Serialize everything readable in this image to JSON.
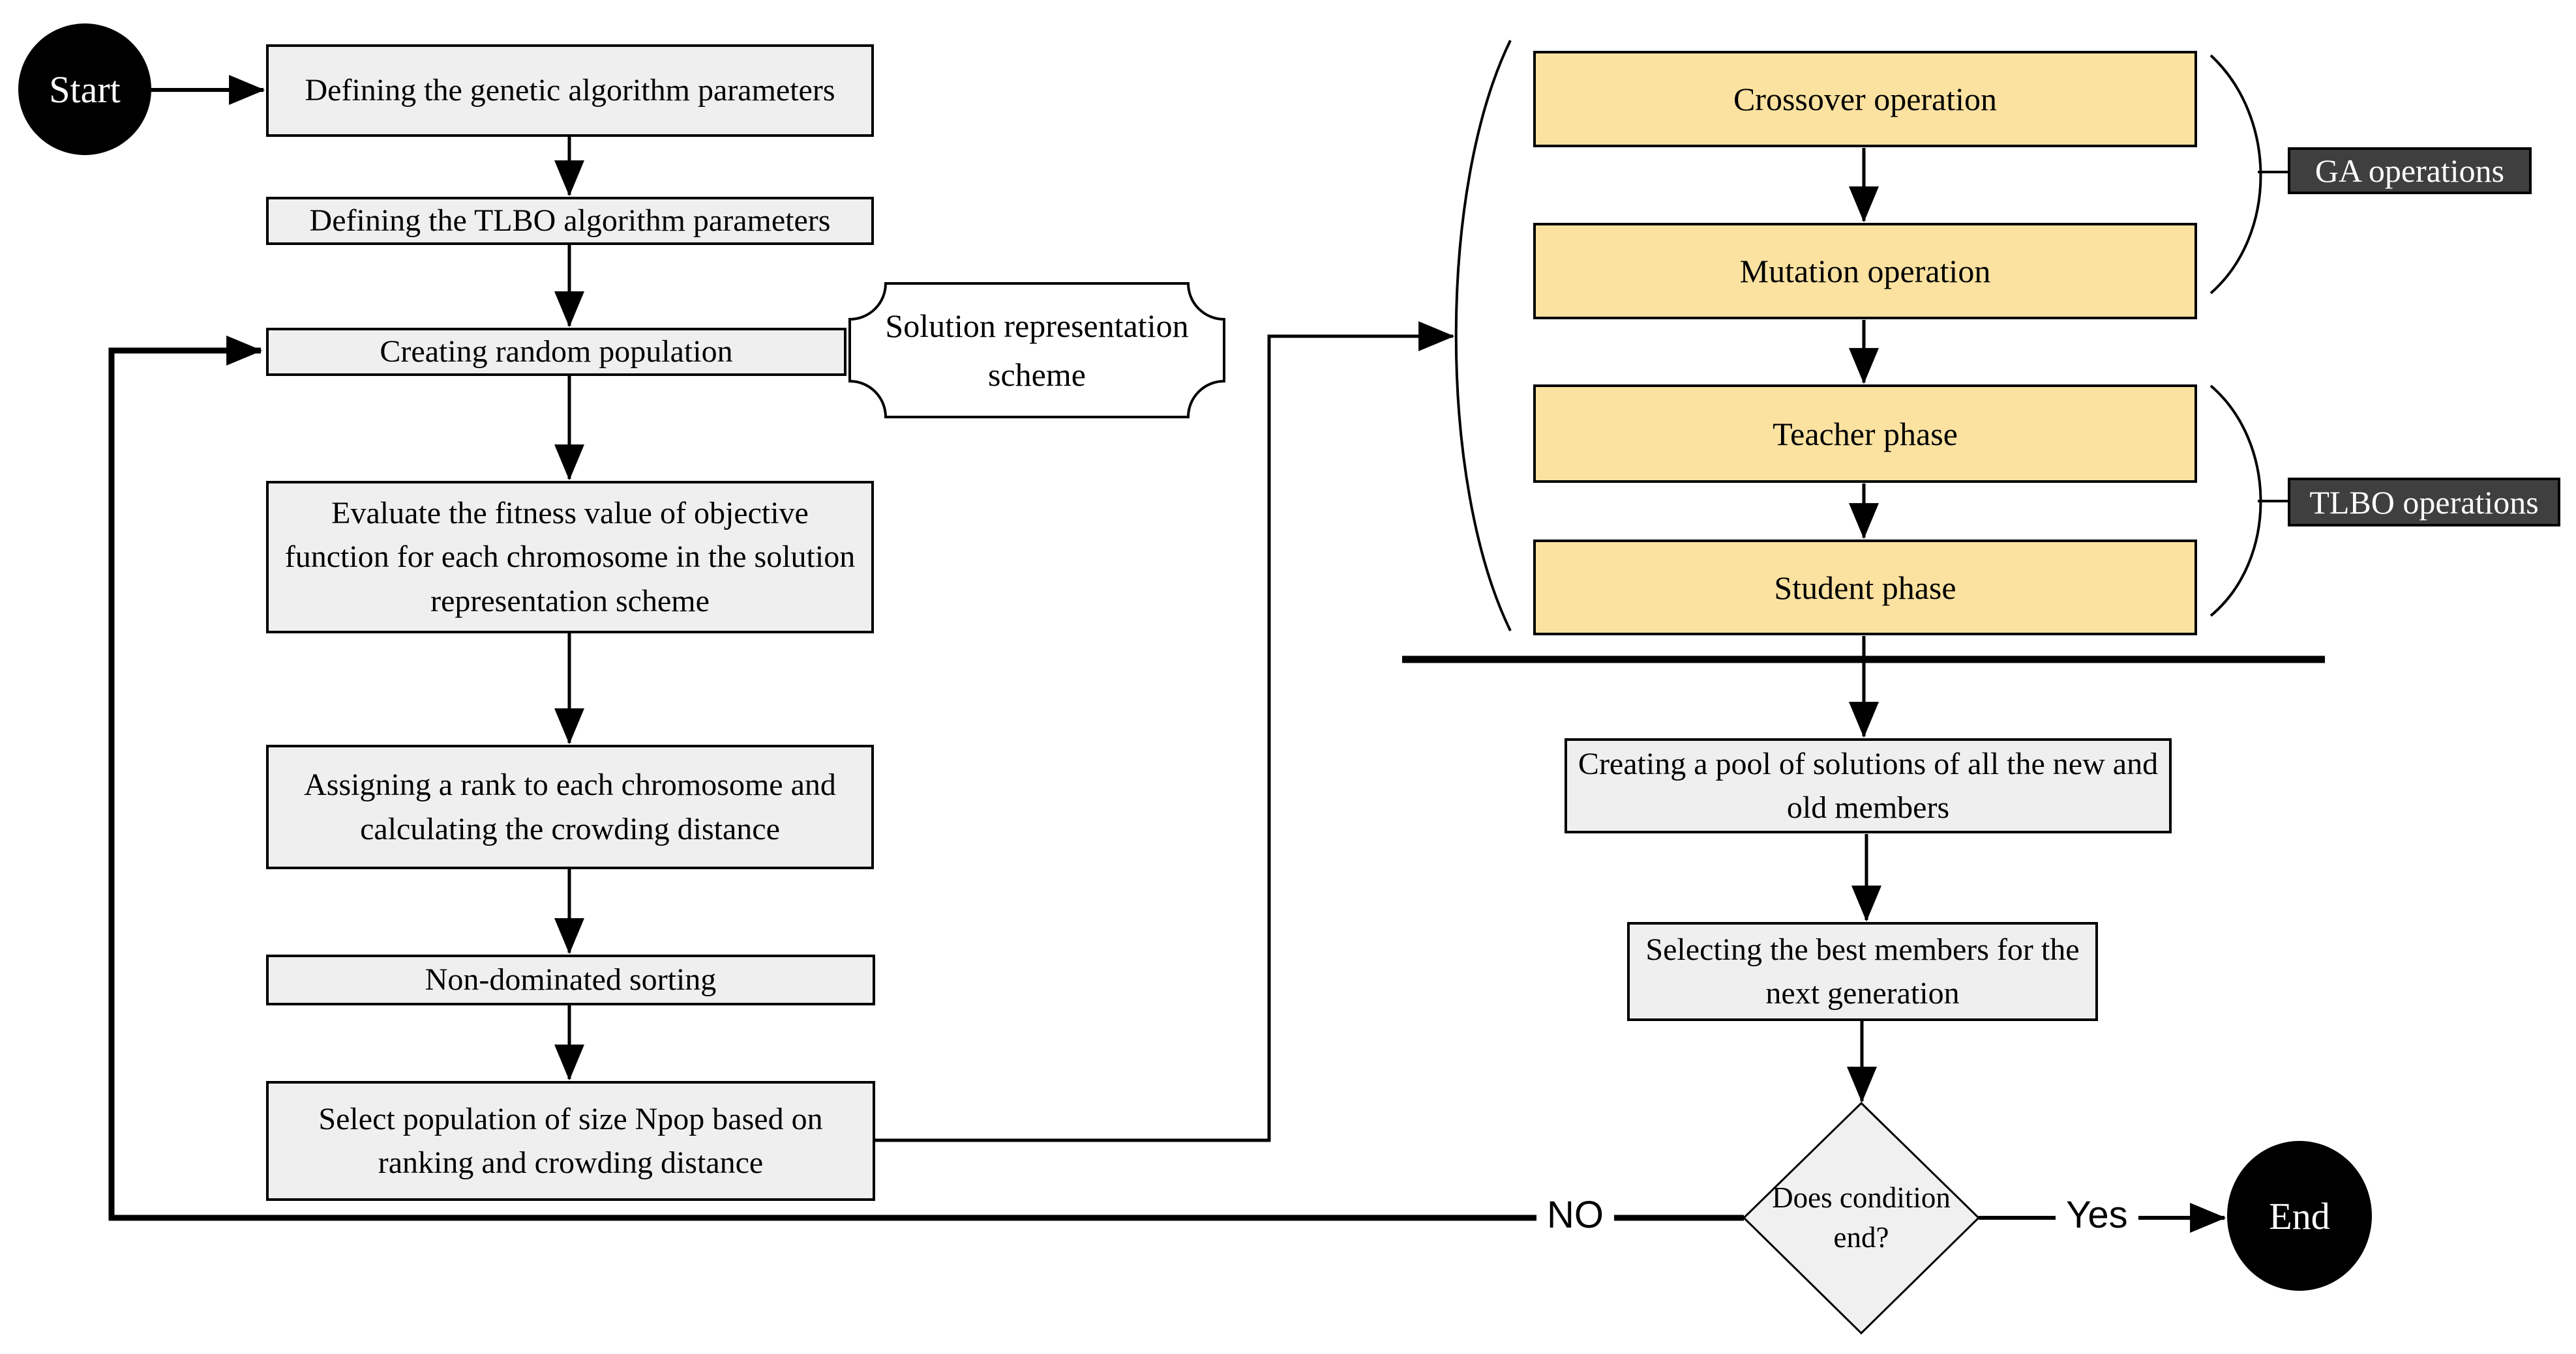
{
  "flowchart": {
    "terminals": {
      "start": "Start",
      "end": "End"
    },
    "left_column": {
      "define_ga": "Defining the genetic algorithm parameters",
      "define_tlbo": "Defining the TLBO algorithm parameters",
      "create_population": "Creating random population",
      "evaluate_fitness": "Evaluate the fitness value of objective function for each chromosome in the solution representation scheme",
      "assign_rank": "Assigning a rank to each chromosome and calculating the crowding distance",
      "non_dominated": "Non-dominated sorting",
      "select_population": "Select population of size Npop based on ranking and crowding distance"
    },
    "annotation": {
      "solution_scheme": "Solution representation scheme"
    },
    "operations": {
      "crossover": "Crossover operation",
      "mutation": "Mutation operation",
      "teacher": "Teacher phase",
      "student": "Student phase",
      "ga_group_label": "GA operations",
      "tlbo_group_label": "TLBO operations"
    },
    "merge": {
      "pool": "Creating a pool of solutions of all the new and old members",
      "select_best": "Selecting the best members for the next generation"
    },
    "decision": {
      "question": "Does condition end?",
      "yes_label": "Yes",
      "no_label": "NO"
    },
    "colors": {
      "process_fill": "#efefef",
      "operation_fill": "#fbe2a0",
      "group_label_fill": "#3f3f3f",
      "group_label_text": "#ffffff",
      "diamond_fill": "#f0f0f0",
      "stroke": "#000000",
      "terminal_fill": "#000000"
    }
  }
}
